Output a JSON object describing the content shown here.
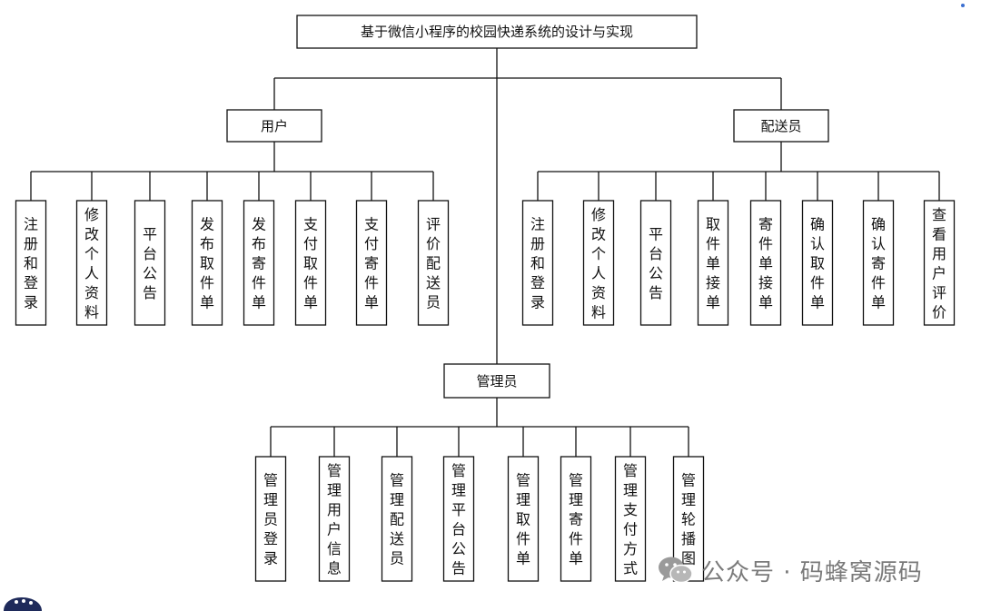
{
  "title": "基于微信小程序的校园快递系统的设计与实现",
  "groups": [
    {
      "label": "用户",
      "children": [
        "注册和登录",
        "修改个人资料",
        "平台公告",
        "发布取件单",
        "发布寄件单",
        "支付取件单",
        "支付寄件单",
        "评价配送员"
      ]
    },
    {
      "label": "配送员",
      "children": [
        "注册和登录",
        "修改个人资料",
        "平台公告",
        "取件单接单",
        "寄件单接单",
        "确认取件单",
        "确认寄件单",
        "查看用户评价"
      ]
    },
    {
      "label": "管理员",
      "children": [
        "管理员登录",
        "管理用户信息",
        "管理配送员",
        "管理平台公告",
        "管理取件单",
        "管理寄件单",
        "管理支付方式",
        "管理轮播图"
      ]
    }
  ],
  "watermark": {
    "text": "公众号 · 码蜂窝源码",
    "icon": "wechat-icon"
  },
  "colors": {
    "line": "#111111",
    "box_fill": "#ffffff",
    "watermark": "#7a7a7a"
  }
}
